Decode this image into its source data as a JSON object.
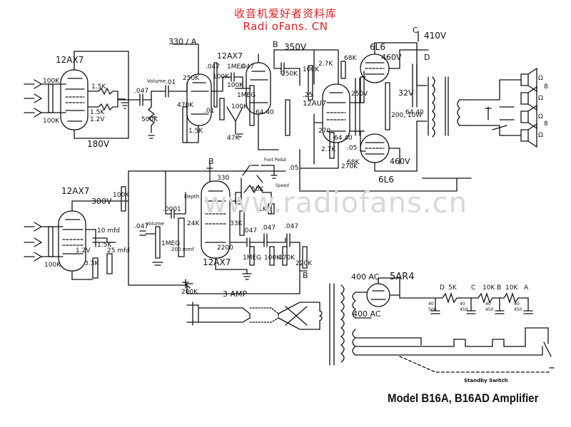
{
  "header": {
    "chinese_title": "收音机爱好者资料库",
    "site_name": "Radi oFans. CN"
  },
  "watermark": "www.radiofans.cn",
  "title": "Model B16A, B16AD Amplifier",
  "labels": {
    "v1_tube": "12AX7",
    "v1_r1": "100K",
    "v1_r2": "100K",
    "v1_r3": "1.5K",
    "v1_r4": "1.5K",
    "v1_v": "1.2V",
    "v1_b": "180V",
    "vol_cap": ".047",
    "vol_cap2": ".01",
    "vol_pot": "500K",
    "vol_label": "Volume",
    "node_a": "330 / A",
    "v2_r1": "250K",
    "v2_r2": "100K",
    "v2_r3": "470K",
    "v2_r4": "1.5K",
    "v2_cap": ".01",
    "v3_tube": "12AX7",
    "v3_c1": ".047",
    "v3_c2": "1MEG",
    "v3_c3": ".047",
    "v3_r1": "100K",
    "v3_r2": "100K",
    "v3_r3": "1MEG",
    "node_b_top": "B",
    "b_350": "350V",
    "r_250k": "250K",
    "r_100k": "100K",
    "r_27k": "2.7K",
    "r_68k": "68K",
    "v4_tube": "12AU7",
    "v4_c": ".25",
    "v4_250": "250V",
    "r_64": "64.40",
    "r_47k": "47K",
    "node_c": "C",
    "v_410": "410V",
    "out_top": "6L6",
    "out_bot": "6L6",
    "v_460a": "460V",
    "v_460b": "460V",
    "v_32": "32V",
    "node_d": "D",
    "r_200": "200, 10W",
    "r_6440": "64.40",
    "c_05a": ".05",
    "c_05b": ".05",
    "r_270k": "270K",
    "r_270": "270",
    "r_27k2": "2.7K",
    "r_68k2": "68K",
    "r_64b": "64.40",
    "r_8": "8",
    "r_8b": "8",
    "spk1": "Ω",
    "spk2": "Ω",
    "spk3": "Ω",
    "spk4": "Ω",
    "v5_tube": "12AX7",
    "v5_b": "300V",
    "v5_r1": "100K",
    "v5_r2": "1.5K",
    "v5_r3": "100K",
    "v5_r4": "3.3K",
    "v5_c": "10 mfd",
    "v5_c2": ".047",
    "v5_c3": ".0001",
    "v5_vol": "Volume",
    "v5_v": "1.2V",
    "v5_r5": "25 mfd",
    "pot_1meg": "1MEG",
    "depth": "Depth",
    "r_24k": "24K",
    "r_200mmf": "200 mmf",
    "v6_tube": "12AX7",
    "node_b_mid": "B",
    "v6_330": "330",
    "v6_r1": "33K",
    "v6_c1": ".047",
    "v6_c2": ".047",
    "v6_c3": ".047",
    "v6_r2": "1MEG",
    "v6_r3": "100K",
    "v6_r4": "470K",
    "v6_r5": "220K",
    "v6_bot": "2200",
    "node_b_bot": "B",
    "r_200k": "200K",
    "foot_pedal": "Foot Pedal",
    "speed": "Speed",
    "r_50k": "50K",
    "r_1k": "1K",
    "amp_label": "3 AMP",
    "rect_ac": "400 AC",
    "rect_tube": "5AR4",
    "rect_ac2": "400 AC",
    "ps_d": "D",
    "ps_5k": "5K",
    "ps_c": "C",
    "ps_10k": "10K",
    "ps_b": "B",
    "ps_10k2": "10K",
    "ps_a": "A",
    "cap_1": "40",
    "cap_1v": "500",
    "cap_2": "40",
    "cap_2v": "450",
    "cap_3": "40",
    "cap_3v": "450",
    "cap_4": "40",
    "cap_4v": "450",
    "standby": "Standby Switch"
  }
}
